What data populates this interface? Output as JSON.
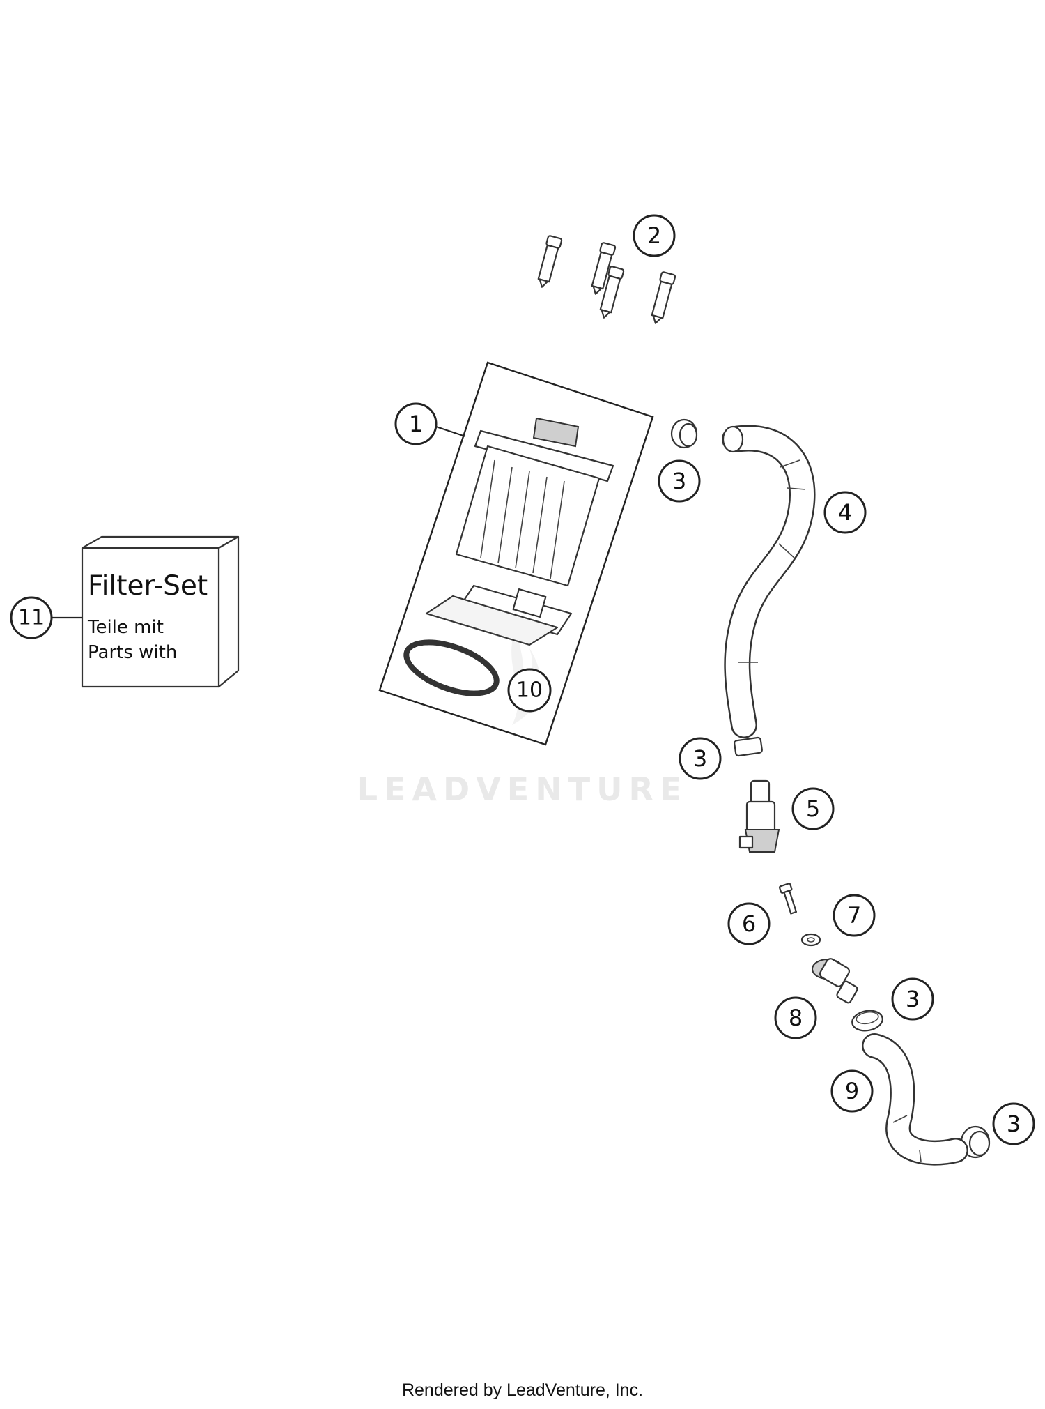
{
  "diagram": {
    "callouts": [
      "1",
      "2",
      "3",
      "4",
      "5",
      "6",
      "7",
      "8",
      "9",
      "10",
      "11"
    ],
    "filter_box": {
      "title": "Filter-Set",
      "line1": "Teile mit",
      "line2": "Parts with"
    },
    "watermark": "LEADVENTURE"
  },
  "footer": {
    "text": "Rendered by LeadVenture, Inc."
  }
}
